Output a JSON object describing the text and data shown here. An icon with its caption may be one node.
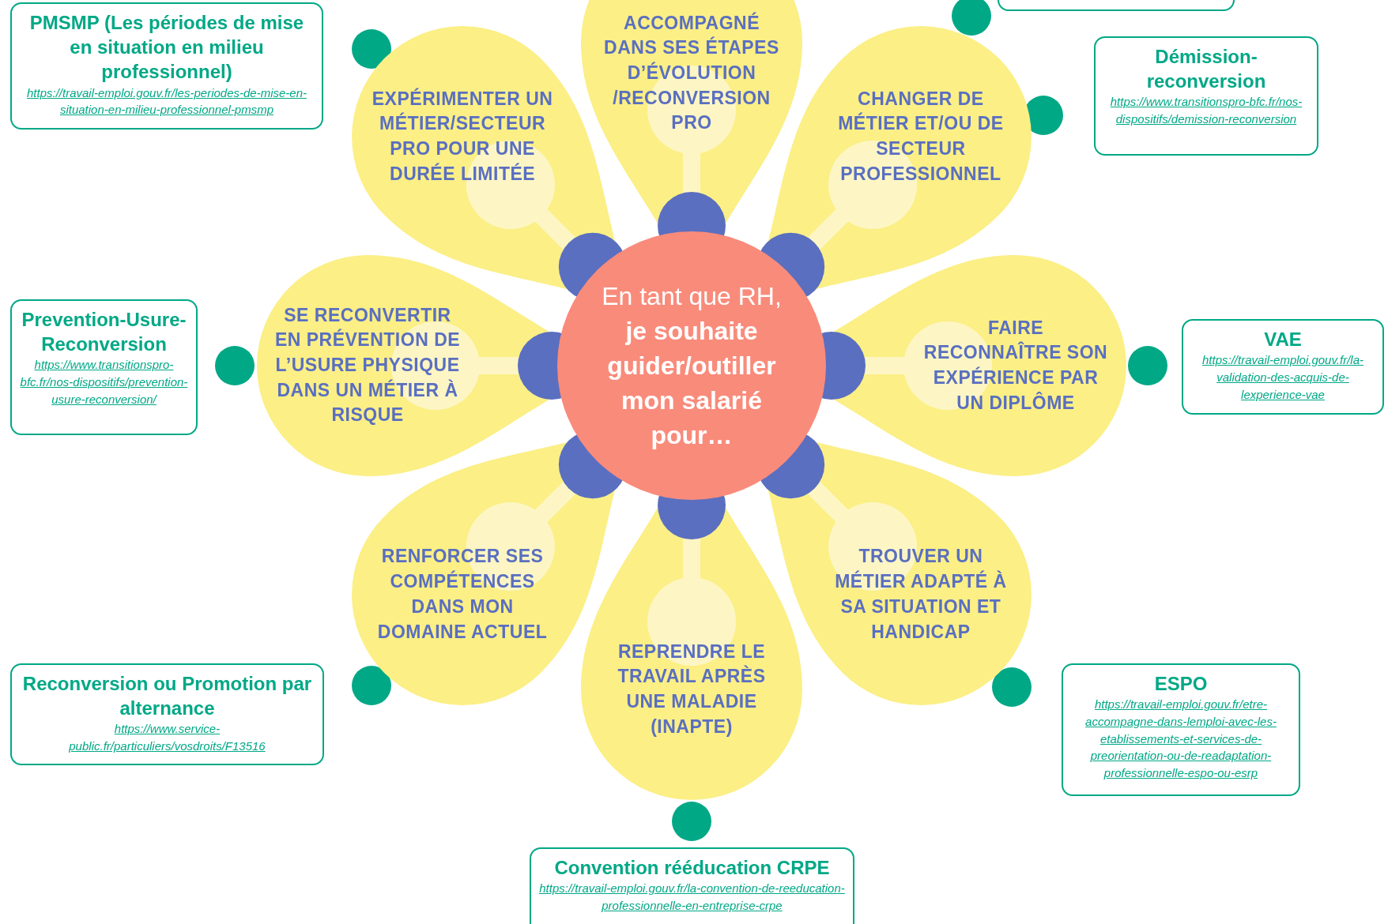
{
  "diagram": {
    "nodes": [
      {
        "text": [
          "En tant que RH,",
          "je souhaite guider/outiller mon salarié pour…"
        ]
      },
      {
        "text": [
          "ACCOMPAGNÉ DANS SES ÉTAPES D’ÉVOLUTION /RECONVERSION PRO"
        ]
      },
      {
        "text": [
          "CHANGER DE MÉTIER ET/OU DE SECTEUR PROFESSIONNEL"
        ]
      },
      {
        "text": [
          "FAIRE RECONNAÎTRE SON EXPÉRIENCE PAR UN DIPLÔME"
        ]
      },
      {
        "text": [
          "TROUVER UN MÉTIER ADAPTÉ À SA SITUATION ET HANDICAP"
        ]
      },
      {
        "text": [
          "REPRENDRE LE TRAVAIL APRÈS UNE MALADIE (INAPTE)"
        ]
      },
      {
        "text": [
          "RENFORCER SES COMPÉTENCES DANS MON DOMAINE ACTUEL"
        ]
      },
      {
        "text": [
          "SE RECONVERTIR EN PRÉVENTION DE L’USURE PHYSIQUE DANS UN MÉTIER À RISQUE"
        ]
      },
      {
        "text": [
          "EXPÉRIMENTER UN MÉTIER/SECTEUR PRO POUR UNE DURÉE LIMITÉE"
        ]
      },
      {
        "text": [
          "PMSMP (Les périodes de mise en situation en milieu professionnel)",
          "https://travail-emploi.gouv.fr/les-periodes-de-mise-en-situation-en-milieu-professionnel-pmsmp"
        ]
      },
      {
        "text": [],
        "shape": "box"
      },
      {
        "text": [
          "Démission-reconversion",
          "https://www.transitionspro-bfc.fr/nos-dispositifs/demission-reconversion"
        ]
      },
      {
        "text": [
          "Prevention-Usure-Reconversion",
          "https://www.transitionspro-bfc.fr/nos-dispositifs/prevention-usure-reconversion/"
        ]
      },
      {
        "text": [
          "VAE",
          "https://travail-emploi.gouv.fr/la-validation-des-acquis-de-lexperience-vae"
        ]
      },
      {
        "text": [
          "Reconversion ou Promotion par alternance",
          "https://www.service-public.fr/particuliers/vosdroits/F13516"
        ]
      },
      {
        "text": [
          "ESPO",
          "https://travail-emploi.gouv.fr/etre-accompagne-dans-lemploi-avec-les-etablissements-et-services-de-preorientation-ou-de-readaptation-professionnelle-espo-ou-esrp"
        ]
      },
      {
        "text": [
          "Convention rééducation CRPE",
          "https://travail-emploi.gouv.fr/la-convention-de-reeducation-professionnelle-en-entreprise-crpe"
        ]
      }
    ]
  }
}
